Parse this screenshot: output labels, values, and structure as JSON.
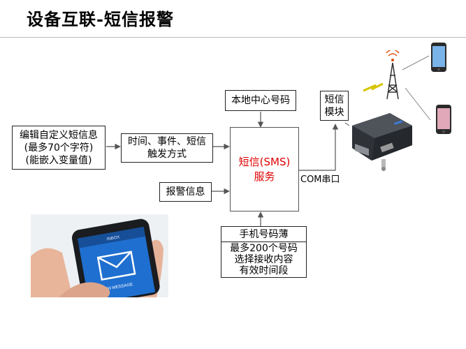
{
  "page": {
    "title": "设备互联-短信报警"
  },
  "diagram": {
    "custom_sms": {
      "lines": [
        "编辑自定义短信息",
        "(最多70个字符)",
        "(能嵌入变量值)"
      ]
    },
    "trigger": {
      "lines": [
        "时间、事件、短信",
        "触发方式"
      ]
    },
    "alarm_info": {
      "label": "报警信息"
    },
    "center_number": {
      "label": "本地中心号码"
    },
    "sms_service": {
      "lines": [
        "短信(SMS)",
        "服务"
      ]
    },
    "phone_book": {
      "title": "手机号码薄",
      "lines": [
        "最多200个号码",
        "选择接收内容",
        "有效时间段"
      ]
    },
    "sms_module": {
      "lines": [
        "短信",
        "模块"
      ]
    },
    "com_port": {
      "label": "COM串口"
    },
    "phone_screen": {
      "header": "INBOX",
      "banner": "1 NEW MESSAGE"
    }
  },
  "colors": {
    "sms_text": "#e00000",
    "phone_screen": "#1f6fd0",
    "modem_body": "#2b2e33"
  }
}
